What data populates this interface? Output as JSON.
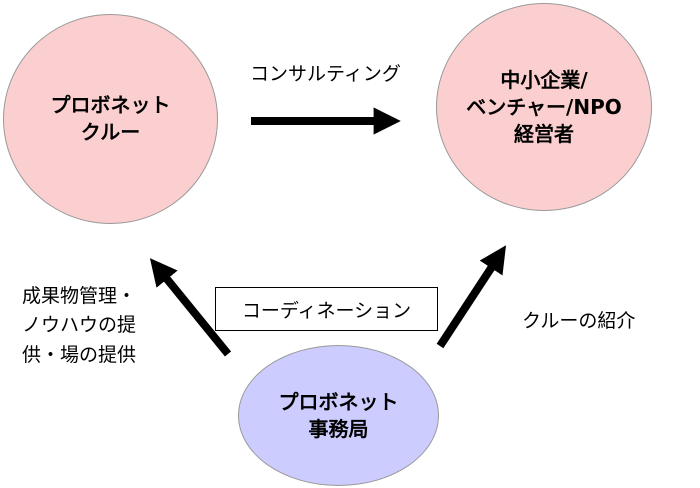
{
  "nodes": {
    "crew": "プロボネット\nクルー",
    "ceo": "中小企業/\nベンチャー/NPO\n経営者",
    "office": "プロボネット\n事務局"
  },
  "labels": {
    "consulting": "コンサルティング",
    "provision": "成果物管理・\nノウハウの提\n供・場の提供",
    "coordination": "コーディネーション",
    "crew_intro": "クルーの紹介"
  },
  "colors": {
    "pink_node": "#fbcfcf",
    "blue_node": "#ccccff",
    "arrow": "#000000"
  }
}
